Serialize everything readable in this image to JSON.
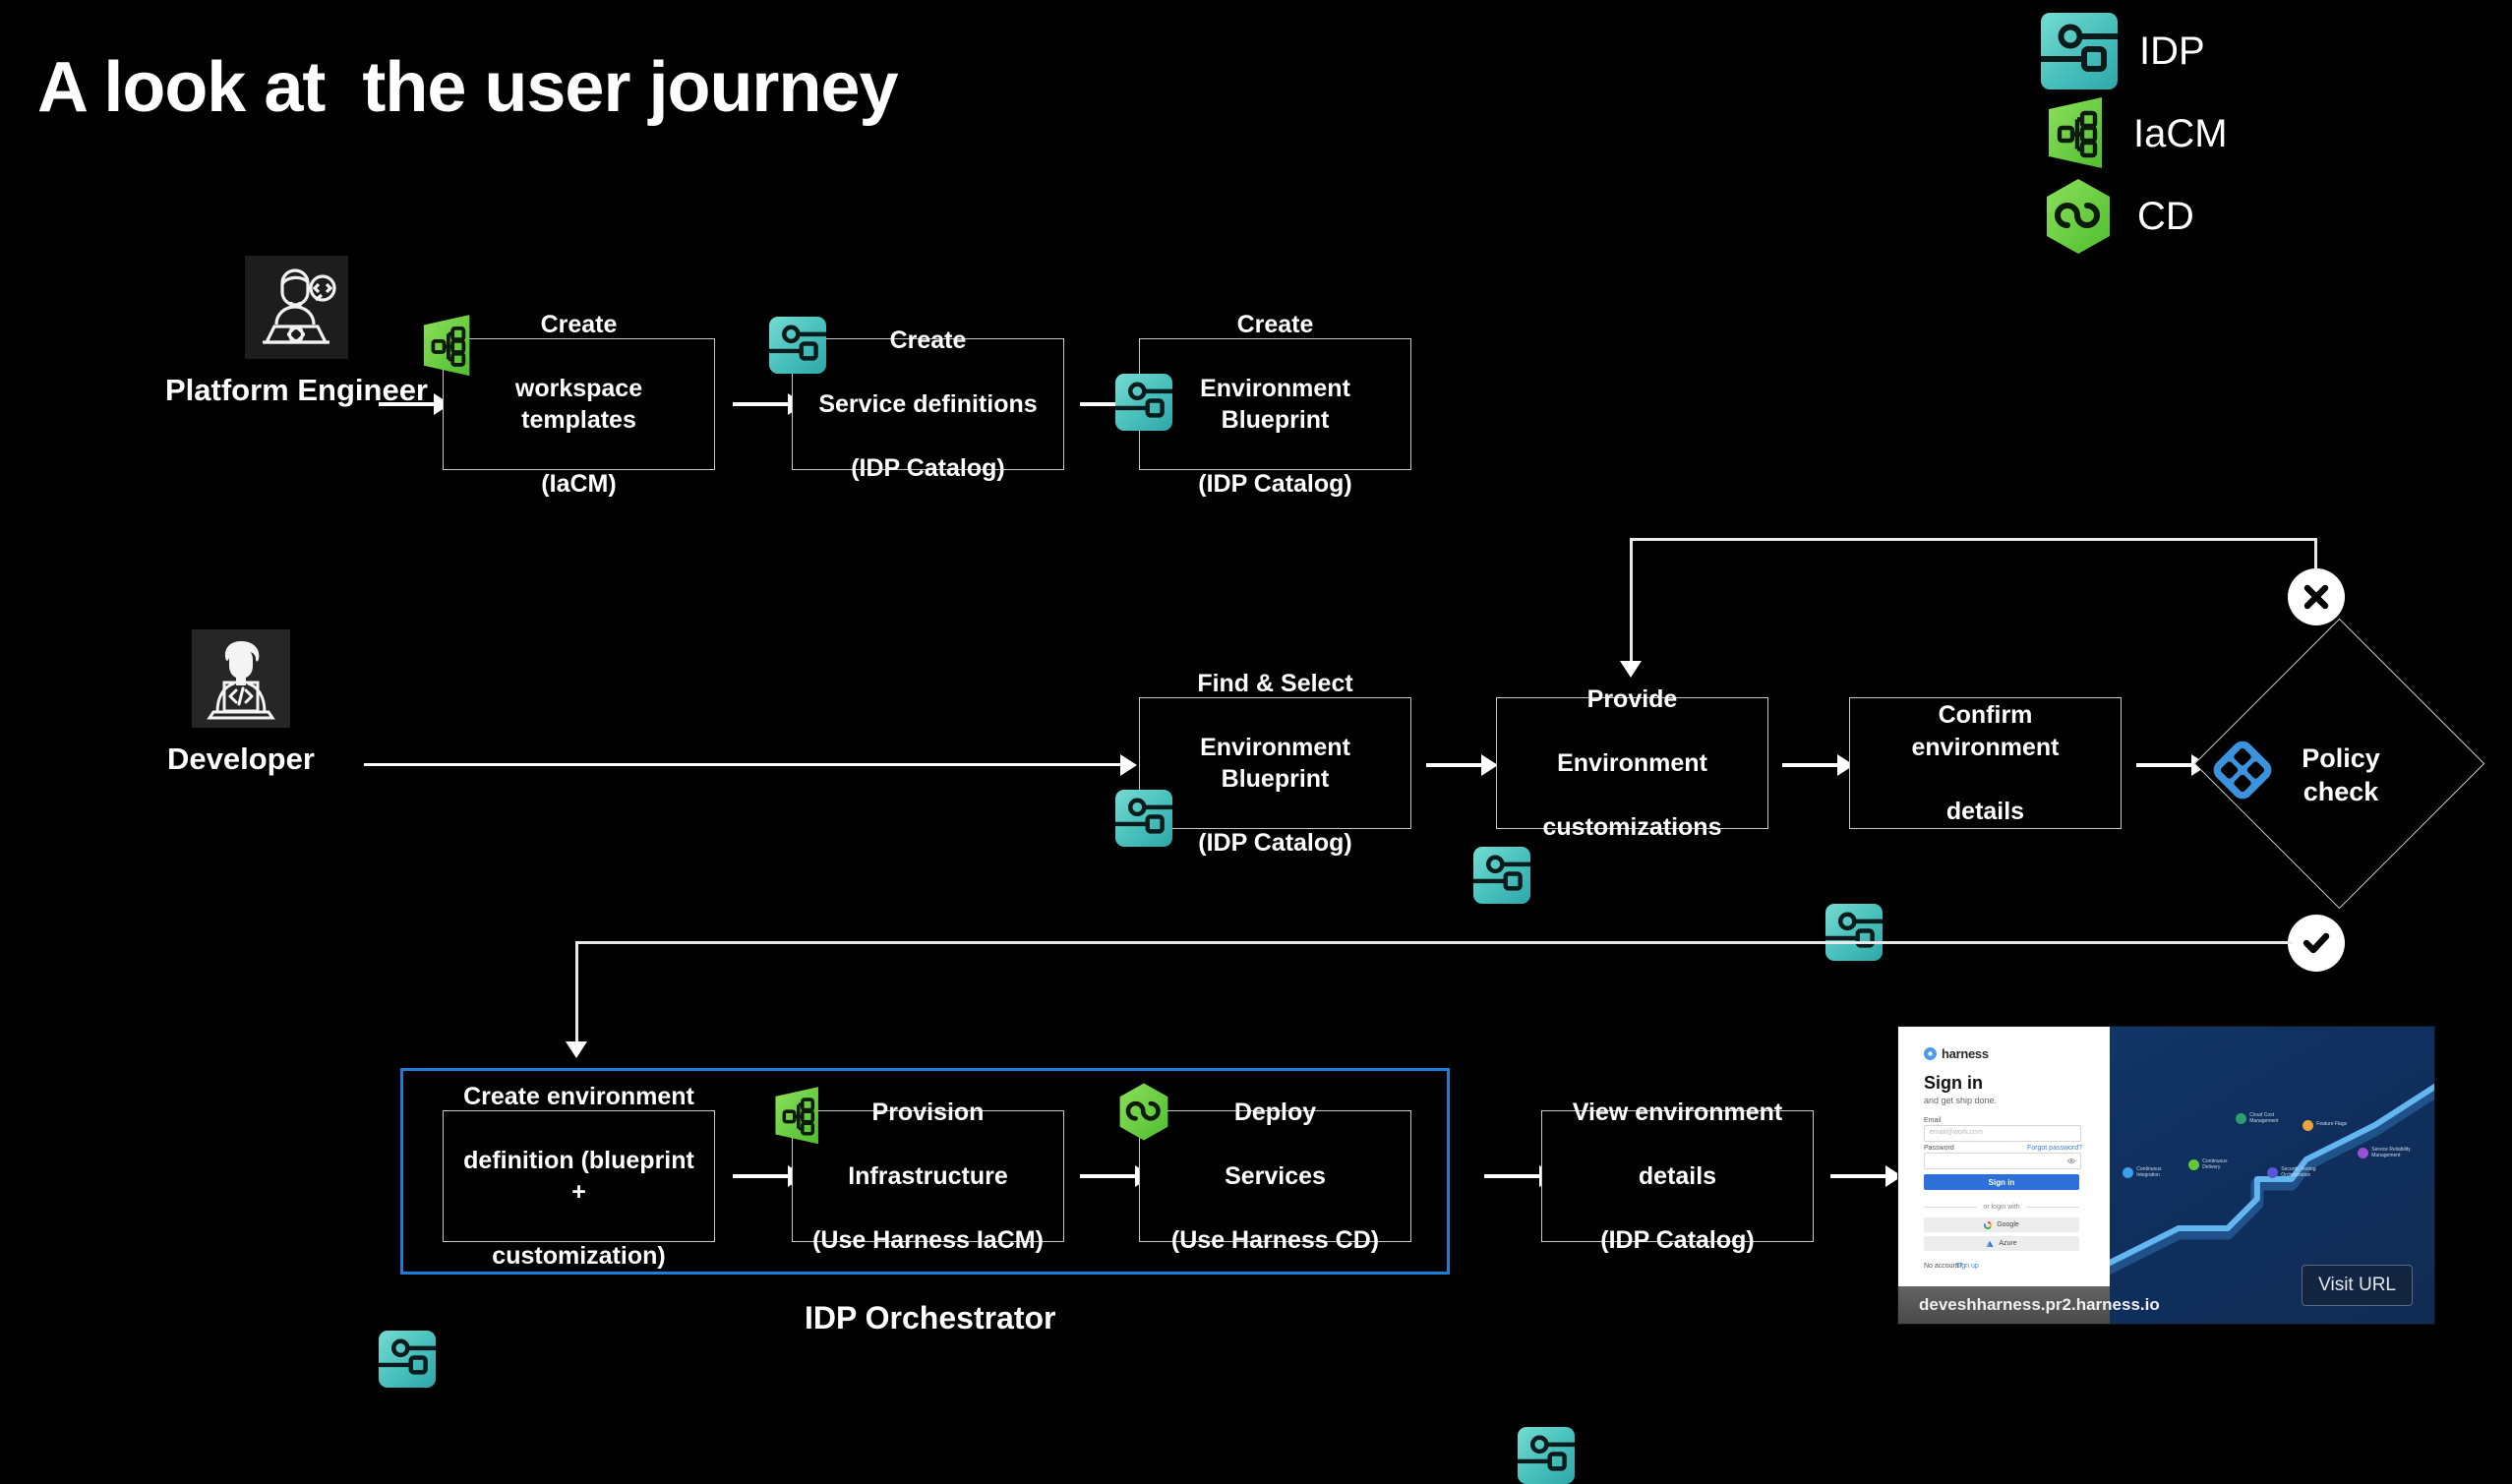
{
  "slide": {
    "title": "A look at  the user journey",
    "background": "#000000"
  },
  "legend": {
    "items": [
      {
        "icon": "idp-icon",
        "label": "IDP",
        "color": "#4cc6c0"
      },
      {
        "icon": "iacm-icon",
        "label": "IaCM",
        "color": "#6ad24a"
      },
      {
        "icon": "cd-icon",
        "label": "CD",
        "color": "#6ad24a"
      }
    ]
  },
  "rows": [
    {
      "persona": {
        "name": "Platform Engineer",
        "icon": "platform-engineer-avatar"
      },
      "steps": [
        {
          "icon": "iacm-icon",
          "lines": [
            "Create",
            "workspace templates",
            "(IaCM)"
          ]
        },
        {
          "icon": "idp-icon",
          "lines": [
            "Create",
            "Service definitions",
            "(IDP Catalog)"
          ]
        },
        {
          "icon": "idp-icon",
          "lines": [
            "Create",
            "Environment Blueprint",
            "(IDP Catalog)"
          ]
        }
      ]
    },
    {
      "persona": {
        "name": "Developer",
        "icon": "developer-avatar"
      },
      "steps": [
        {
          "icon": "idp-icon",
          "lines": [
            "Find & Select",
            "Environment Blueprint",
            "(IDP Catalog)"
          ]
        },
        {
          "icon": "idp-icon",
          "lines": [
            "Provide",
            "Environment",
            "customizations"
          ]
        },
        {
          "icon": "idp-icon",
          "lines": [
            "Confirm environment",
            "details"
          ]
        }
      ],
      "decision": {
        "icon": "policy-icon",
        "label_lines": [
          "Policy",
          "check"
        ],
        "fail_badge": "x-circle-icon",
        "pass_badge": "check-circle-icon"
      }
    },
    {
      "container_label": "IDP Orchestrator",
      "container_color": "#1c7ed6",
      "steps": [
        {
          "icon": "idp-icon",
          "lines": [
            "Create environment",
            "definition (blueprint +",
            "customization)"
          ]
        },
        {
          "icon": "iacm-icon",
          "lines": [
            "Provision",
            "Infrastructure",
            "(Use Harness IaCM)"
          ]
        },
        {
          "icon": "cd-icon",
          "lines": [
            "Deploy",
            "Services",
            "(Use Harness CD)"
          ]
        }
      ],
      "outside_step": {
        "icon": "idp-icon",
        "lines": [
          "View environment",
          "details",
          "(IDP Catalog)"
        ]
      }
    }
  ],
  "thumbnail": {
    "brand": "harness",
    "heading": "Sign in",
    "subheading": "and get ship done.",
    "email_label": "Email",
    "email_placeholder": "email@work.com",
    "password_label": "Password",
    "forgot_link": "Forgot password?",
    "signin_button": "Sign in",
    "divider": "or login with",
    "sso": [
      "Google",
      "Azure"
    ],
    "signup_prompt": "No account?",
    "signup_link": "Sign up",
    "url": "deveshharness.pr2.harness.io",
    "visit_button": "Visit URL",
    "illustration_nodes": [
      {
        "label": "Continuous\nIntegration",
        "color": "#3aa0e8"
      },
      {
        "label": "Continuous\nDelivery",
        "color": "#63c838"
      },
      {
        "label": "Cloud Cost\nManagement",
        "color": "#2f9e6e"
      },
      {
        "label": "Feature Flags",
        "color": "#e8a33a"
      },
      {
        "label": "Security Testing\nOrchestration",
        "color": "#5b56d6"
      },
      {
        "label": "Service Reliability\nManagement",
        "color": "#9b4ed6"
      }
    ]
  }
}
